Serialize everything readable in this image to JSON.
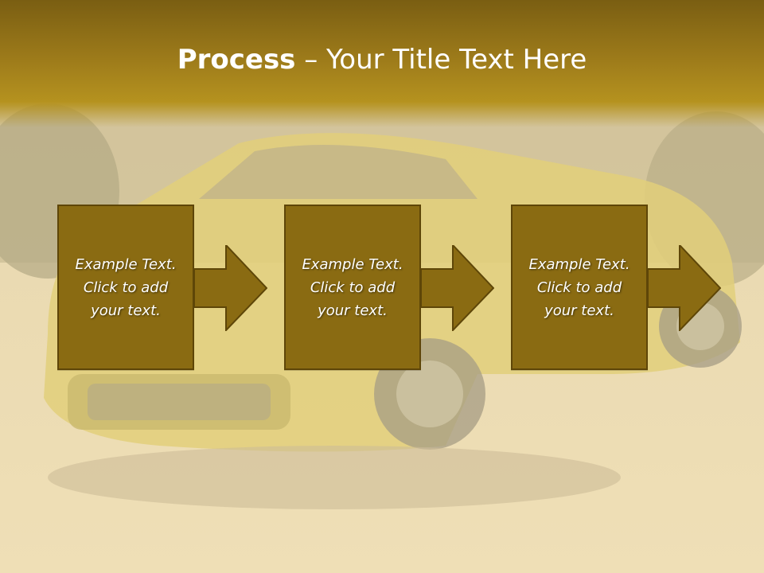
{
  "slide": {
    "title_bold": "Process",
    "title_rest": " – Your Title Text Here",
    "steps": [
      {
        "line1": "Example Text.",
        "line2": "Click  to add",
        "line3": "your text."
      },
      {
        "line1": "Example Text.",
        "line2": "Click  to add",
        "line3": "your text."
      },
      {
        "line1": "Example Text.",
        "line2": "Click  to add",
        "line3": "your text."
      }
    ]
  },
  "colors": {
    "title_band": "#9c7a1a",
    "step_fill": "#8a6b12",
    "step_border": "#5e4608",
    "text": "#ffffff"
  }
}
